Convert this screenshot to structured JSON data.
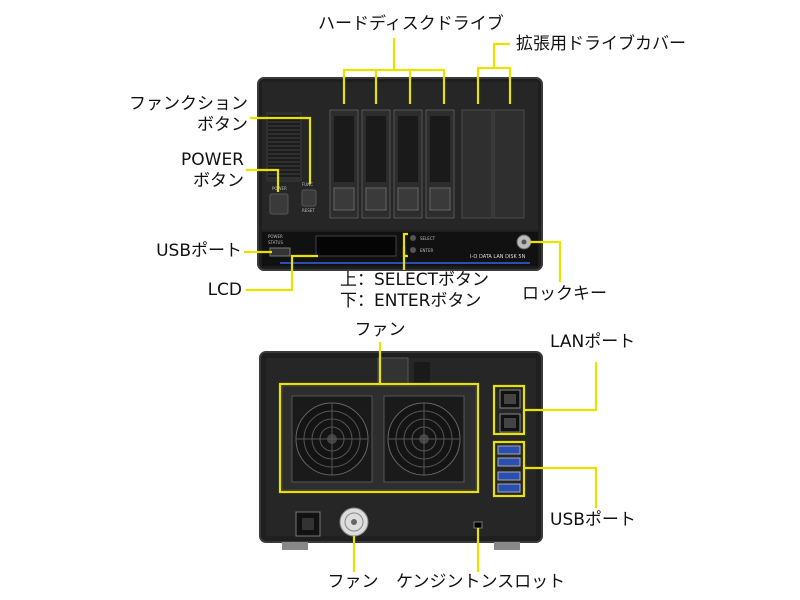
{
  "front": {
    "labels": {
      "hdd": "ハードディスクドライブ",
      "expansion_cover": "拡張用ドライブカバー",
      "function_button_line1": "ファンクション",
      "function_button_line2": "ボタン",
      "power_button_line1": "POWER",
      "power_button_line2": "ボタン",
      "usb_port": "USBポート",
      "lcd": "LCD",
      "select_button": "上：SELECTボタン",
      "enter_button": "下：ENTERボタン",
      "lock_key": "ロックキー"
    },
    "panel_text": {
      "power": "POWER",
      "func": "FUNC",
      "reset": "RESET",
      "select": "SELECT",
      "enter": "ENTER",
      "brand": "I-O DATA   LAN DISK 5N",
      "status": "STATUS",
      "power_small": "POWER"
    }
  },
  "rear": {
    "labels": {
      "fan_top": "ファン",
      "lan_port": "LANポート",
      "usb_port": "USBポート",
      "fan_bottom": "ファン",
      "kensington": "ケンジントンスロット"
    }
  },
  "colors": {
    "callout": "#e8e200",
    "chassis": "#222222",
    "chassis_dark": "#111111",
    "bay": "#2b2b2b",
    "accent_blue": "#2a4fb0"
  }
}
